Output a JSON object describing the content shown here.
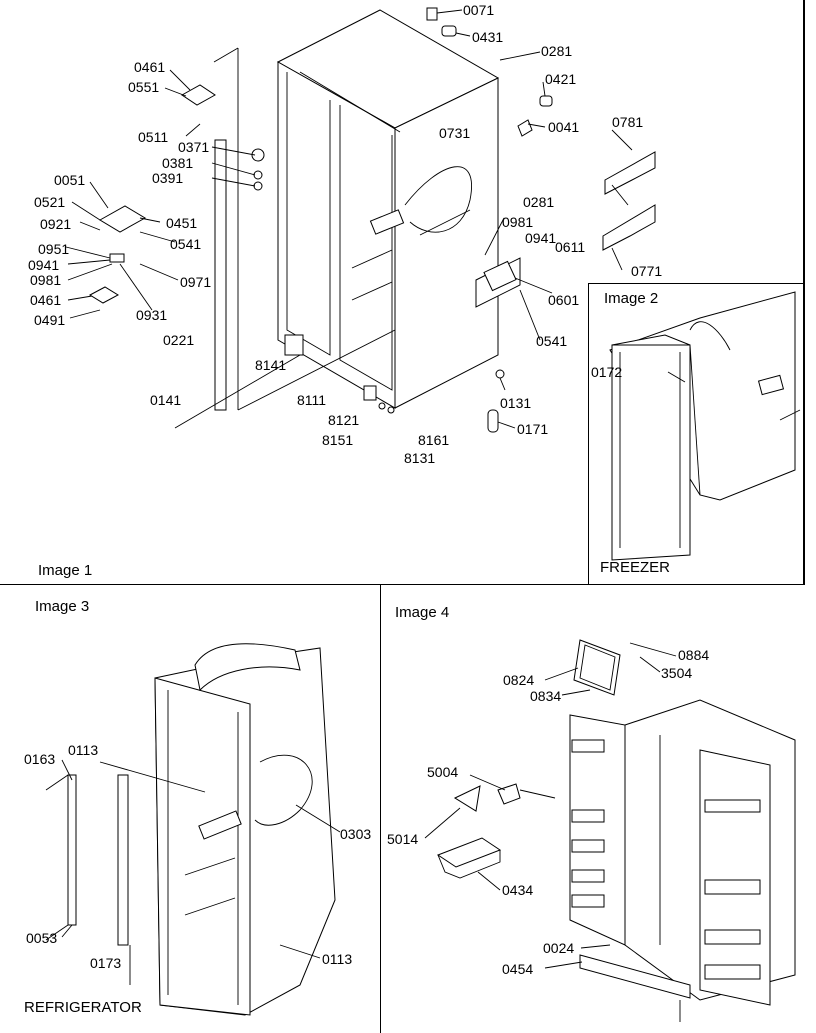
{
  "panels": {
    "image1": {
      "caption": "Image 1",
      "labels": [
        "0071",
        "0431",
        "0281",
        "0421",
        "0041",
        "0781",
        "0461",
        "0551",
        "0511",
        "0371",
        "0381",
        "0391",
        "0731",
        "0051",
        "0521",
        "0921",
        "0451",
        "0541",
        "0981",
        "0941",
        "0611",
        "0951",
        "0941",
        "0981",
        "0971",
        "0461",
        "0491",
        "0931",
        "0601",
        "0541",
        "0221",
        "0281",
        "0771",
        "8141",
        "8111",
        "0131",
        "0141",
        "8121",
        "8151",
        "8131",
        "8161",
        "0171"
      ]
    },
    "image2": {
      "caption": "Image 2",
      "title": "FREEZER",
      "labels": [
        "0172"
      ]
    },
    "image3": {
      "caption": "Image 3",
      "title": "REFRIGERATOR",
      "labels": [
        "0163",
        "0113",
        "0303",
        "0053",
        "0173",
        "0113"
      ]
    },
    "image4": {
      "caption": "Image 4",
      "labels": [
        "0884",
        "3504",
        "0824",
        "0834",
        "5004",
        "5014",
        "0434",
        "0024",
        "0454"
      ]
    }
  }
}
